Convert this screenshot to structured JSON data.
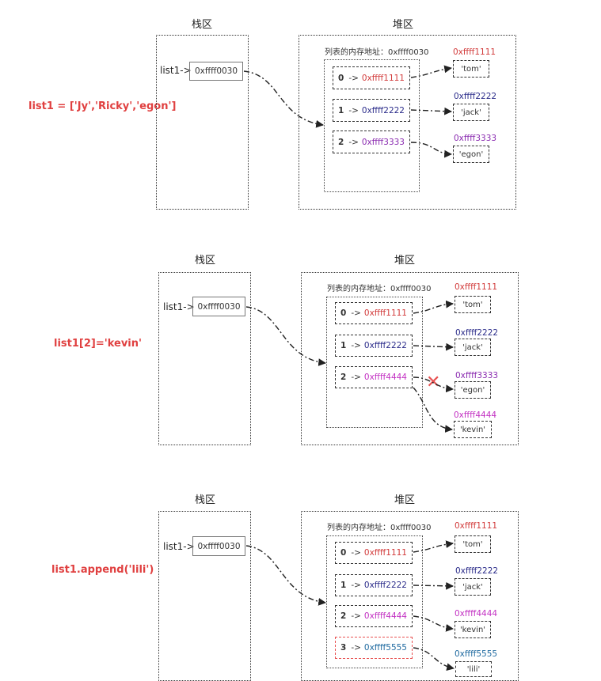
{
  "colors": {
    "addr1111": "#d23b3b",
    "addr2222": "#2b2c8a",
    "addr3333": "#8a2bb0",
    "addr4444": "#c230c2",
    "addr5555": "#1f6aa0",
    "code": "#e04040",
    "cross": "#e85050"
  },
  "panels": [
    {
      "code": "list1 = ['Jy','Ricky','egon']",
      "stack_title": "栈区",
      "heap_title": "堆区",
      "stack_var": "list1->",
      "stack_addr": "0xffff0030",
      "heap_note": "列表的内存地址：0xffff0030",
      "slots": [
        {
          "index": "0",
          "arrow": "->",
          "addr": "0xffff1111",
          "color_key": "addr1111"
        },
        {
          "index": "1",
          "arrow": "->",
          "addr": "0xffff2222",
          "color_key": "addr2222"
        },
        {
          "index": "2",
          "arrow": "->",
          "addr": "0xffff3333",
          "color_key": "addr3333"
        }
      ],
      "values": [
        {
          "addr": "0xffff1111",
          "text": "'tom'",
          "color_key": "addr1111"
        },
        {
          "addr": "0xffff2222",
          "text": "'jack'",
          "color_key": "addr2222"
        },
        {
          "addr": "0xffff3333",
          "text": "'egon'",
          "color_key": "addr3333"
        }
      ]
    },
    {
      "code": "list1[2]='kevin'",
      "stack_title": "栈区",
      "heap_title": "堆区",
      "stack_var": "list1->",
      "stack_addr": "0xffff0030",
      "heap_note": "列表的内存地址：0xffff0030",
      "slots": [
        {
          "index": "0",
          "arrow": "->",
          "addr": "0xffff1111",
          "color_key": "addr1111"
        },
        {
          "index": "1",
          "arrow": "->",
          "addr": "0xffff2222",
          "color_key": "addr2222"
        },
        {
          "index": "2",
          "arrow": "->",
          "addr": "0xffff4444",
          "color_key": "addr4444"
        }
      ],
      "values": [
        {
          "addr": "0xffff1111",
          "text": "'tom'",
          "color_key": "addr1111"
        },
        {
          "addr": "0xffff2222",
          "text": "'jack'",
          "color_key": "addr2222"
        },
        {
          "addr": "0xffff3333",
          "text": "'egon'",
          "color_key": "addr3333"
        },
        {
          "addr": "0xffff4444",
          "text": "'kevin'",
          "color_key": "addr4444"
        }
      ],
      "cross_mark": "✕"
    },
    {
      "code": "list1.append('lili')",
      "stack_title": "栈区",
      "heap_title": "堆区",
      "stack_var": "list1->",
      "stack_addr": "0xffff0030",
      "heap_note": "列表的内存地址：0xffff0030",
      "slots": [
        {
          "index": "0",
          "arrow": "->",
          "addr": "0xffff1111",
          "color_key": "addr1111"
        },
        {
          "index": "1",
          "arrow": "->",
          "addr": "0xffff2222",
          "color_key": "addr2222"
        },
        {
          "index": "2",
          "arrow": "->",
          "addr": "0xffff4444",
          "color_key": "addr4444"
        },
        {
          "index": "3",
          "arrow": "->",
          "addr": "0xffff5555",
          "color_key": "addr5555"
        }
      ],
      "values": [
        {
          "addr": "0xffff1111",
          "text": "'tom'",
          "color_key": "addr1111"
        },
        {
          "addr": "0xffff2222",
          "text": "'jack'",
          "color_key": "addr2222"
        },
        {
          "addr": "0xffff4444",
          "text": "'kevin'",
          "color_key": "addr4444"
        },
        {
          "addr": "0xffff5555",
          "text": "'lili'",
          "color_key": "addr5555"
        }
      ]
    }
  ]
}
